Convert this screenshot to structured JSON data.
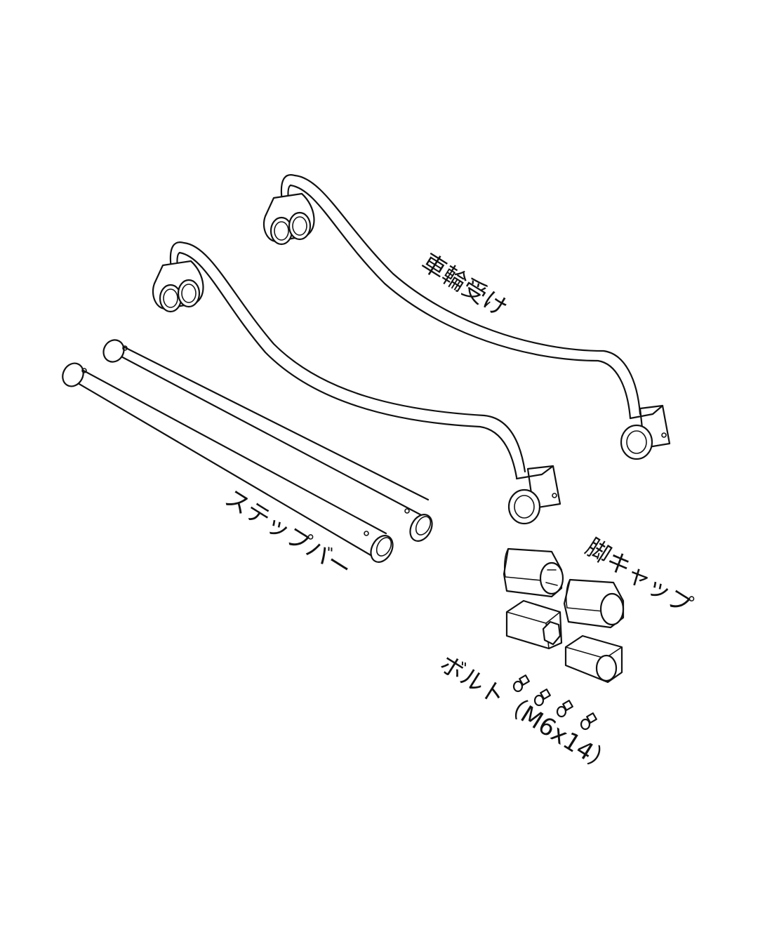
{
  "labels": {
    "wheel_holder": "車輪受け",
    "step_bar": "ステップバー",
    "leg_cap": "脚キャップ",
    "bolt": "ボルト（M6x14）"
  },
  "colors": {
    "line": "#111111",
    "background": "#ffffff"
  }
}
